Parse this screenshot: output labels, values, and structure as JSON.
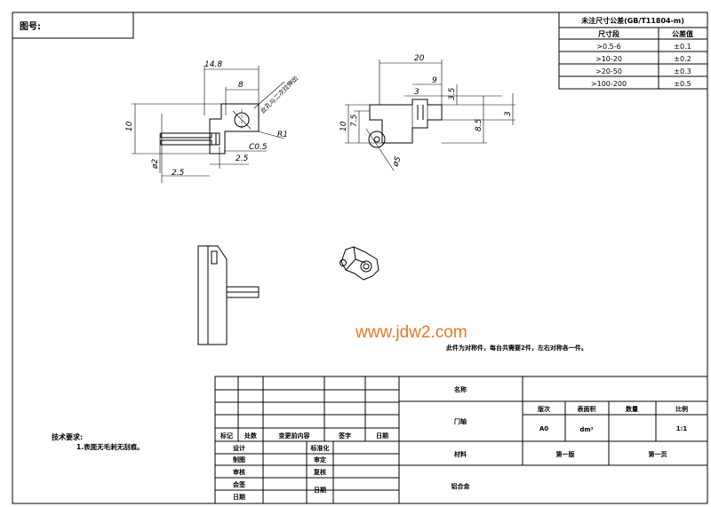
{
  "header": {
    "drawing_no_label": "图号:"
  },
  "tolerance_table": {
    "title": "未注尺寸公差(GB/T11804-m)",
    "col_range": "尺寸段",
    "col_tol": "公差值",
    "rows": [
      {
        "range": ">0.5-6",
        "tol": "±0.1"
      },
      {
        "range": ">10-20",
        "tol": "±0.2"
      },
      {
        "range": ">20-50",
        "tol": "±0.3"
      },
      {
        "range": ">100-200",
        "tol": "±0.5"
      }
    ]
  },
  "front_view_dims": {
    "d14_8": "14.8",
    "d8": "8",
    "d10": "10",
    "r1": "R1",
    "c0_5": "C0.5",
    "d2_5a": "2.5",
    "phi2": "ø2",
    "d2_5b": "2.5",
    "note": "此孔与二次拉伸出"
  },
  "side_view_dims": {
    "d20": "20",
    "d9": "9",
    "d3a": "3",
    "d3_5": "3.5",
    "d3b": "3",
    "d8_5": "8.5",
    "d10": "10",
    "d7_5": "7.5",
    "phi5": "ø5"
  },
  "watermark": "www.jdw2.com",
  "symmetry_note": "此件为对称件，每台共需要2件，左右对称各一件。",
  "tech_req": {
    "title": "技术要求:",
    "item1": "1.表面无毛刺无刮痕。"
  },
  "title_block": {
    "mark": "标记",
    "count": "处数",
    "change_doc": "变更前内容",
    "sign": "签字",
    "date": "日期",
    "design": "设计",
    "standard": "标准化",
    "draft": "制图",
    "check": "审定",
    "review": "审核",
    "recheck": "复核",
    "sign2": "会签",
    "date2": "日期",
    "date3": "日期",
    "name_label": "名称",
    "part_name": "门轴",
    "version_label": "版次",
    "area_label": "表面积",
    "qty_label": "数量",
    "scale_label": "比例",
    "version": "A0",
    "area": "dm²",
    "scale": "1:1",
    "material_label": "材料",
    "material": "铝合金",
    "sheet_label": "第一版",
    "page_label": "第一页"
  }
}
